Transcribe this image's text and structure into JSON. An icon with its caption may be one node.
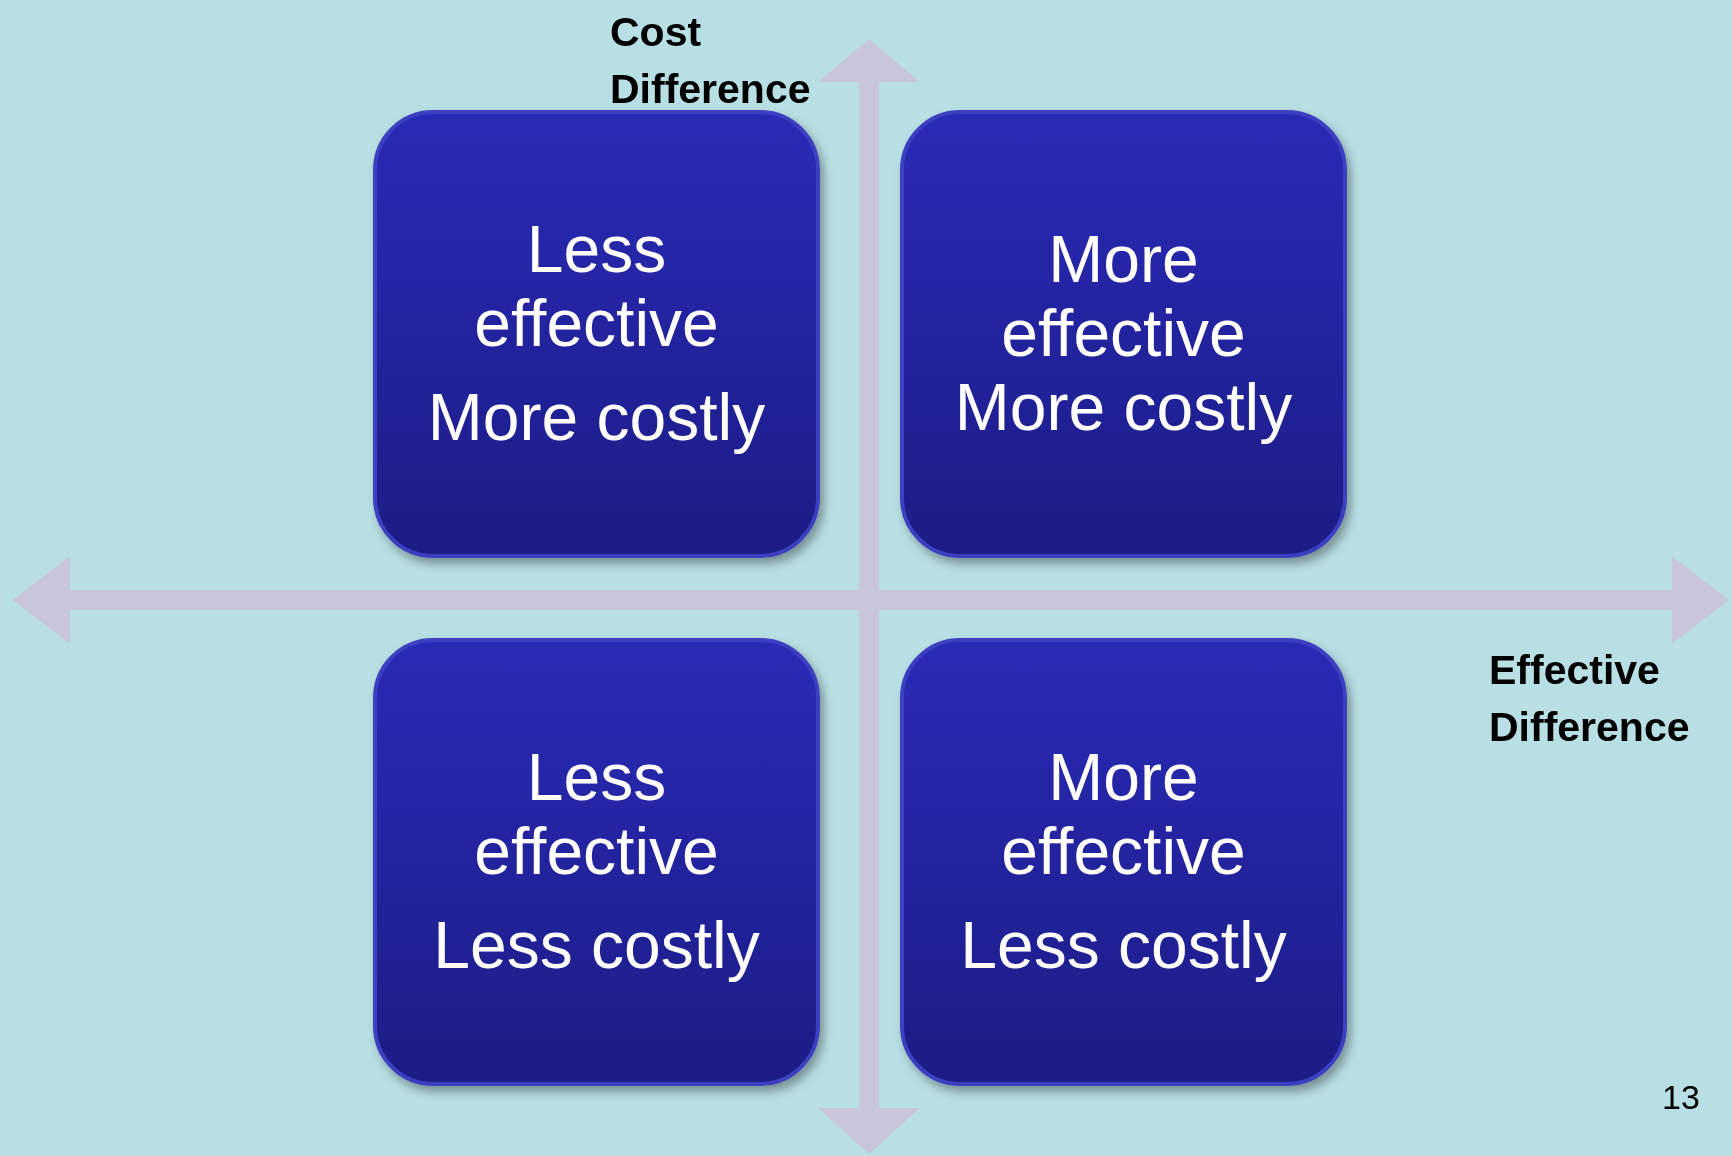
{
  "diagram": {
    "nodes": [
      {
        "text": [
          "Less effective",
          "More costly"
        ]
      },
      {
        "text": [
          "More effective",
          "More costly"
        ]
      },
      {
        "text": [
          "Less effective",
          "Less costly"
        ]
      },
      {
        "text": [
          "More effective",
          "Less costly"
        ]
      }
    ],
    "labels": [
      "Cost Difference",
      "Effective Difference",
      "13"
    ]
  }
}
